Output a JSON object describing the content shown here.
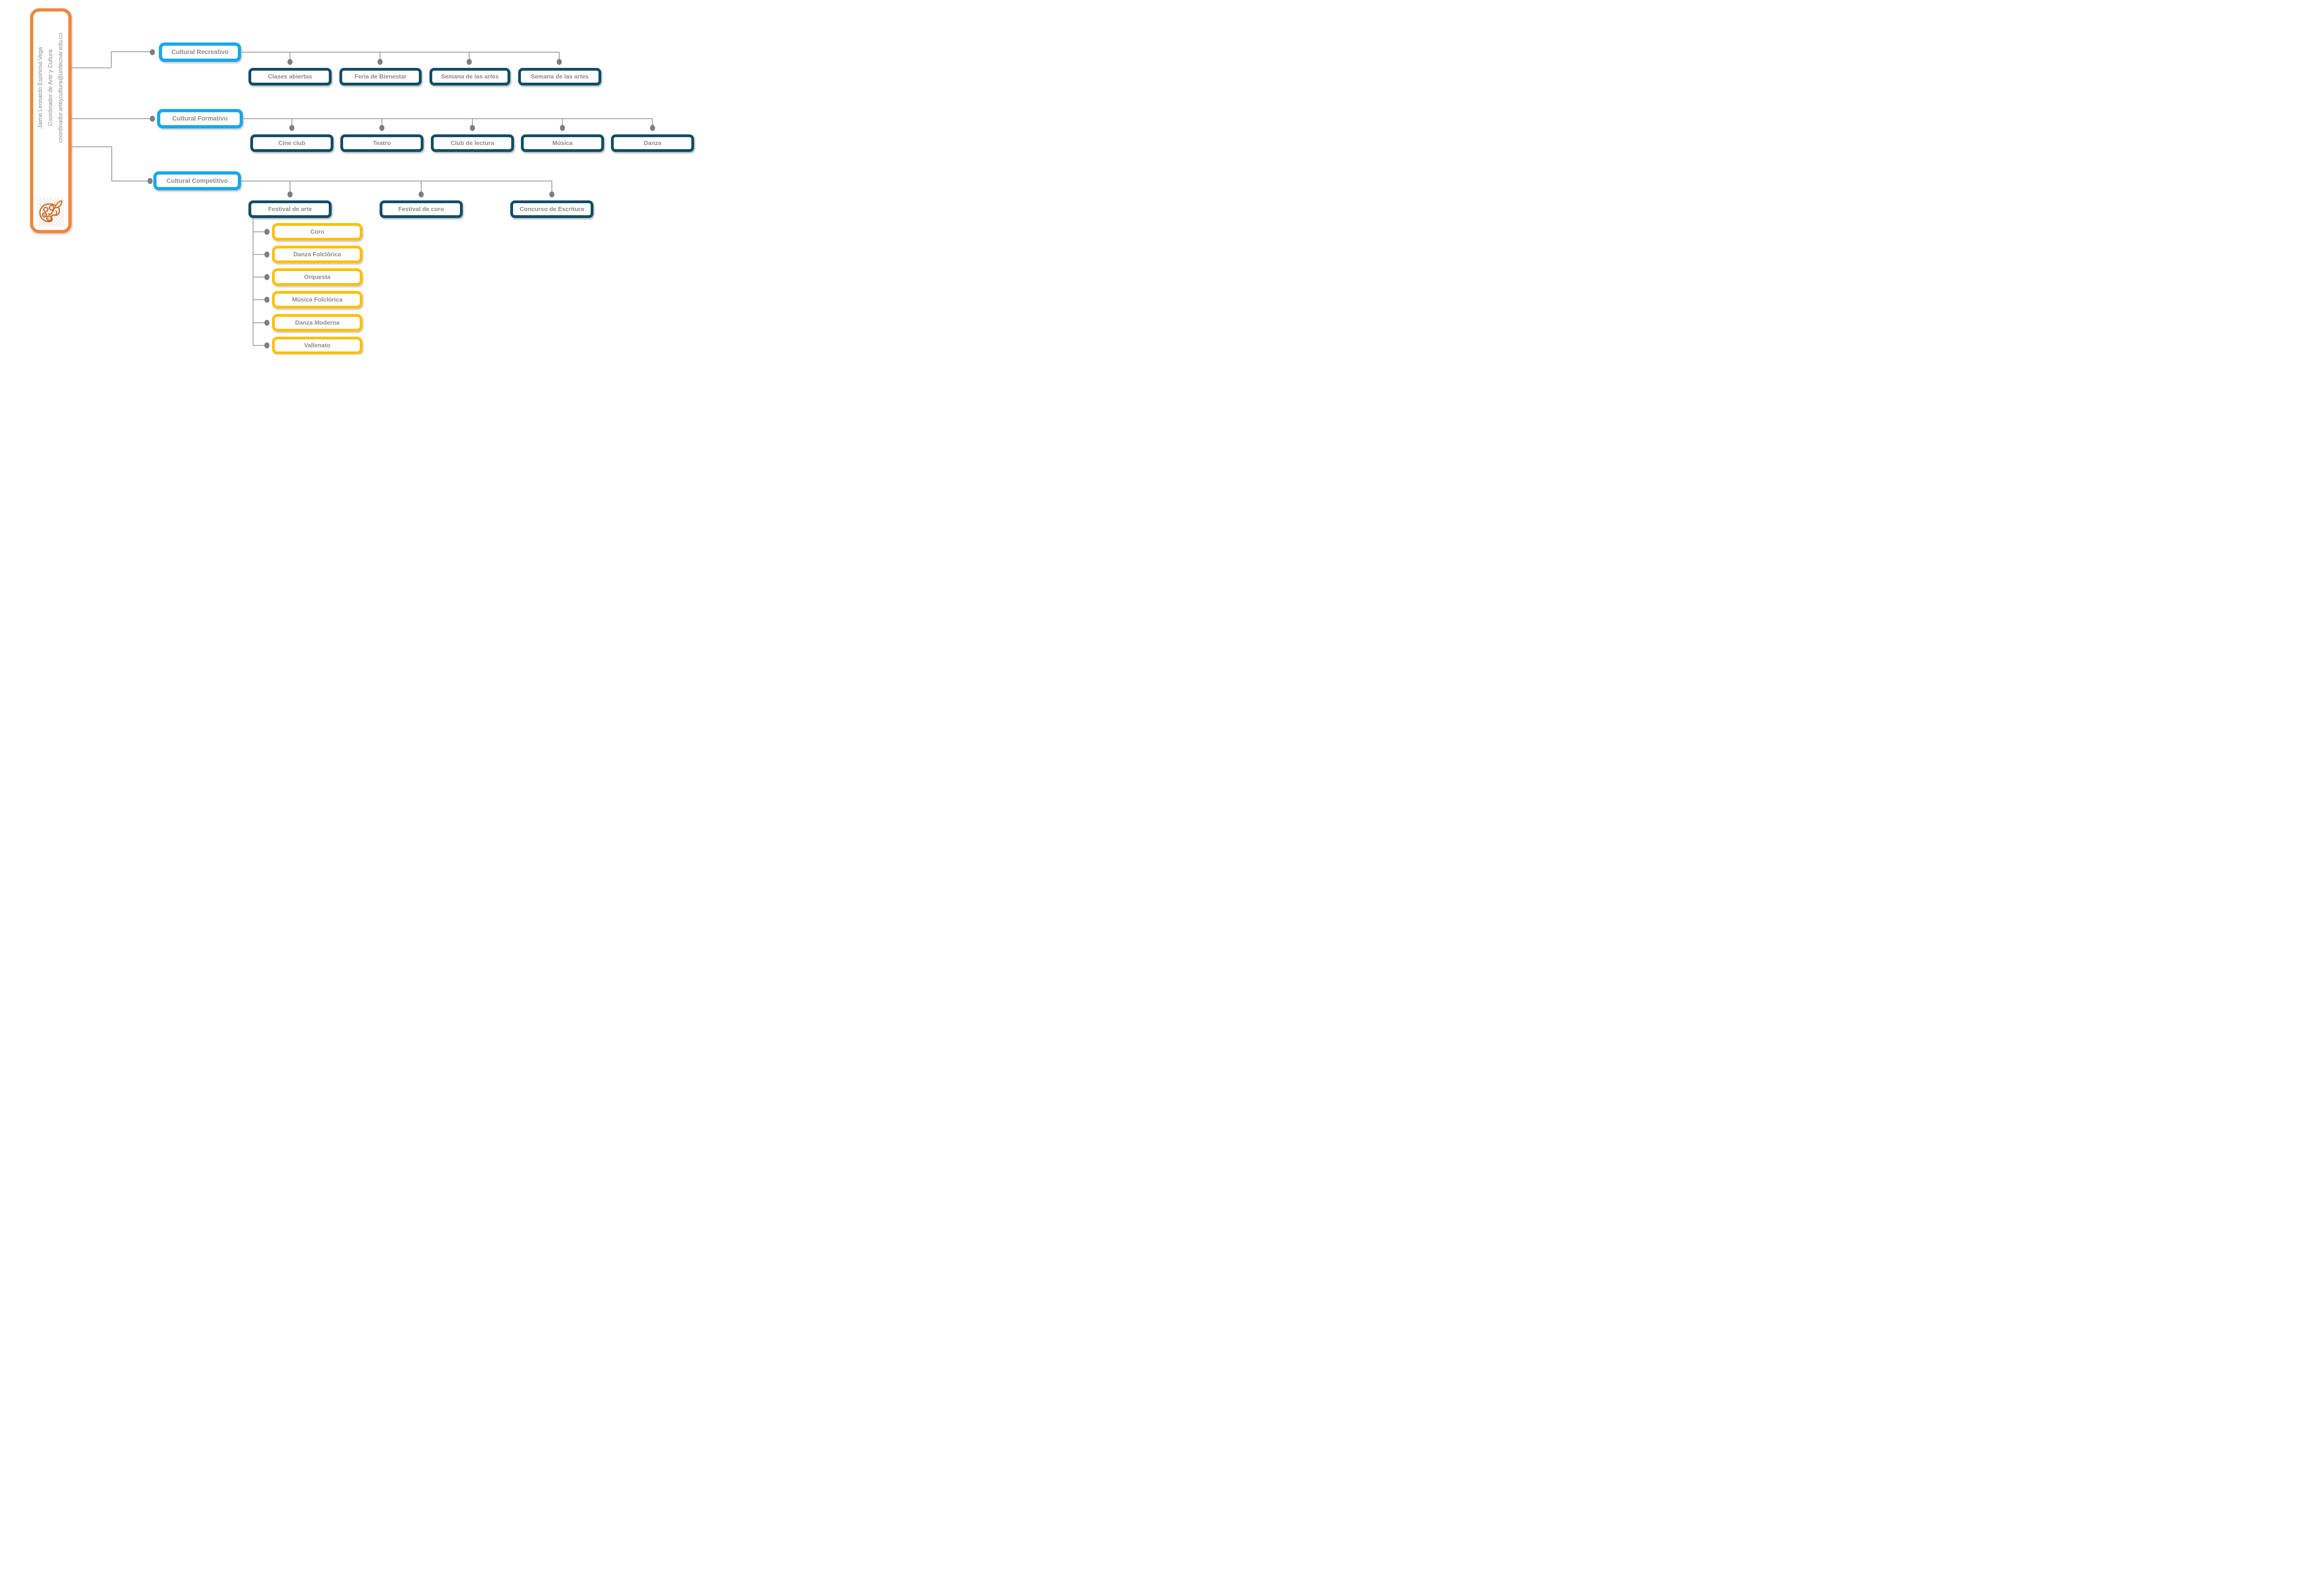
{
  "root": {
    "name": "Jaime Leonardo Espinosa Vega",
    "role": "Coordinador de Arte y Cultura",
    "email": "coordinador.arteycultura@unitecnar.edu.co",
    "icon": "palette-icon"
  },
  "branches": [
    {
      "label": "Cultural Recreativo",
      "children": [
        {
          "label": "Clases abiertas"
        },
        {
          "label": "Feria de Bienestar"
        },
        {
          "label": "Semana de las artes"
        },
        {
          "label": "Semana de las artes"
        }
      ]
    },
    {
      "label": "Cultural Formativo",
      "children": [
        {
          "label": "Cine club"
        },
        {
          "label": "Teatro"
        },
        {
          "label": "Club de lectura"
        },
        {
          "label": "Música"
        },
        {
          "label": "Danza"
        }
      ]
    },
    {
      "label": "Cultural Competitivo",
      "children": [
        {
          "label": "Festival de arte",
          "children": [
            {
              "label": "Coro"
            },
            {
              "label": "Danza Folclórica"
            },
            {
              "label": "Orquesta"
            },
            {
              "label": "Música Folclórica"
            },
            {
              "label": "Danza Moderna"
            },
            {
              "label": "Vallenato"
            }
          ]
        },
        {
          "label": "Festival de coro"
        },
        {
          "label": "Concurso de Escritura"
        }
      ]
    }
  ],
  "colors": {
    "orange": "#F0873B",
    "cyan": "#1BA7E8",
    "navy": "#114D66",
    "yellow": "#FFC008",
    "textgray": "#8C8C8C",
    "linegray": "#A6A6A6",
    "dotgray": "#7F7F7F"
  }
}
